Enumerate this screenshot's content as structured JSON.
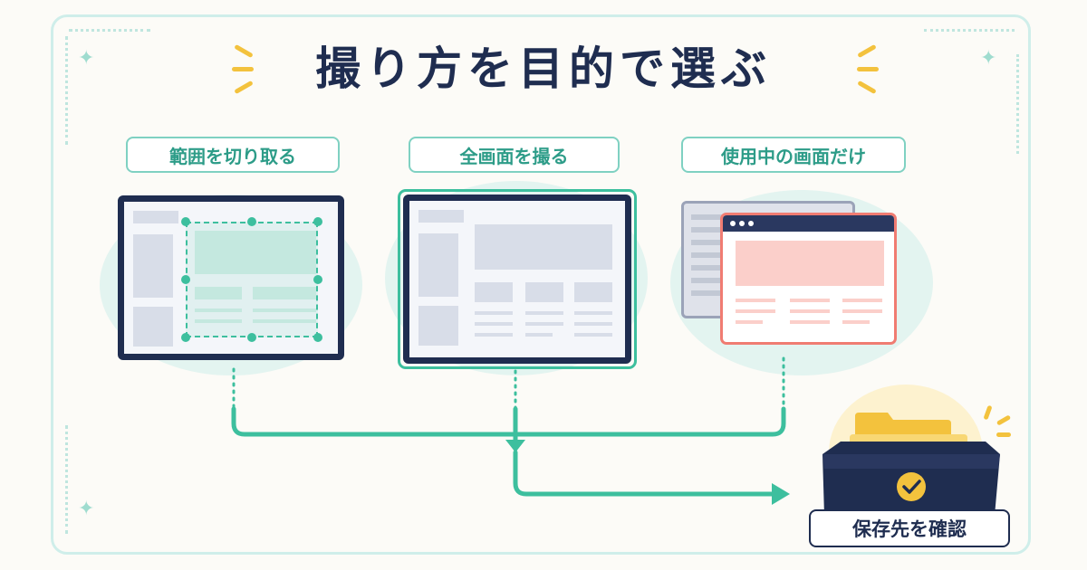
{
  "title": "撮り方を目的で選ぶ",
  "modes": [
    {
      "label": "範囲を切り取る"
    },
    {
      "label": "全画面を撮る"
    },
    {
      "label": "使用中の画面だけ"
    }
  ],
  "destination": {
    "label": "保存先を確認"
  },
  "colors": {
    "navy": "#1f2d50",
    "teal": "#3dbf9e",
    "accent_yellow": "#f3c23d",
    "coral": "#f07c72",
    "background": "#fcfbf7"
  },
  "icons": [
    "sparkle-icon",
    "folder-icon",
    "checkmark-icon",
    "arrow-icon"
  ]
}
